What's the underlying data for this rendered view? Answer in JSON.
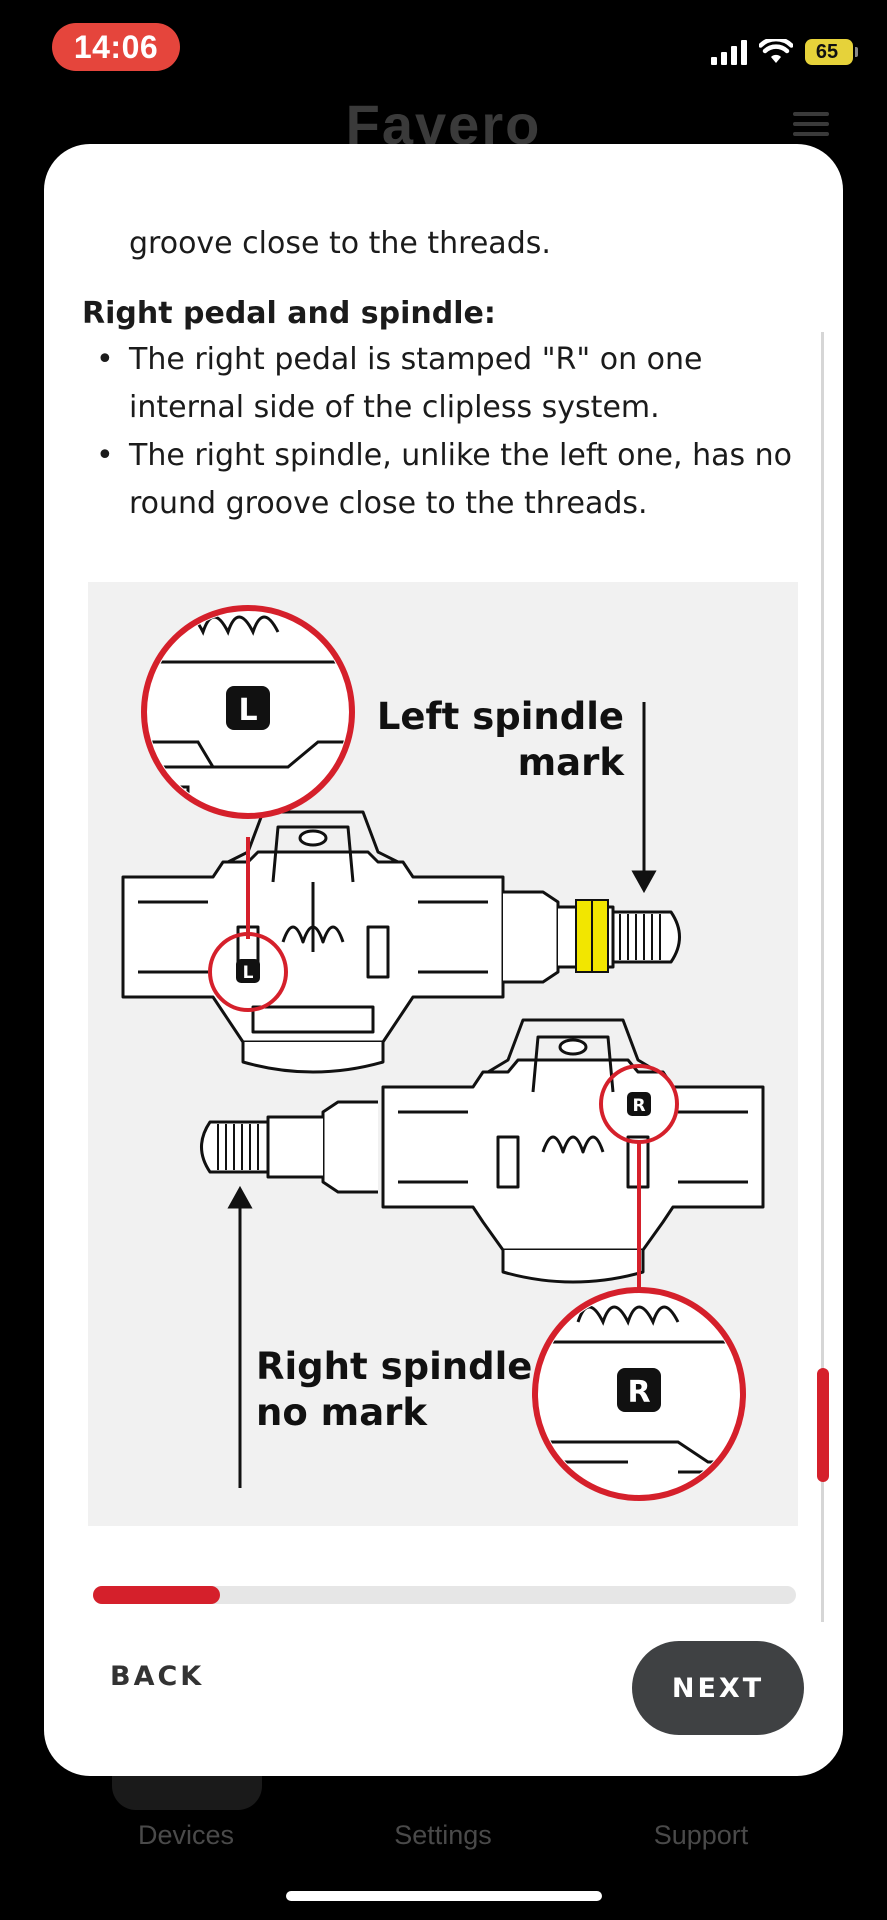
{
  "status_bar": {
    "time": "14:06",
    "battery": "65"
  },
  "background_app": {
    "logo": "Favero",
    "tabs": [
      {
        "label": "Devices"
      },
      {
        "label": "Settings"
      },
      {
        "label": "Support"
      }
    ]
  },
  "modal": {
    "cut_off_text": "groove close to the threads.",
    "section_heading": "Right pedal and spindle:",
    "bullets": [
      "The right pedal is stamped \"R\" on one internal side of the clipless system.",
      "The right spindle, unlike the left one, has no round groove close to the threads."
    ],
    "illustration": {
      "left_label_line1": "Left spindle",
      "left_label_line2": "mark",
      "right_label_line1": "Right spindle",
      "right_label_line2": "no mark",
      "badge_left": "L",
      "badge_right": "R"
    },
    "progress": {
      "fraction": 0.18
    },
    "back_label": "BACK",
    "next_label": "NEXT"
  },
  "colors": {
    "accent_red": "#d5202b",
    "highlight_yellow": "#f2e600",
    "next_bg": "#3f4143"
  }
}
